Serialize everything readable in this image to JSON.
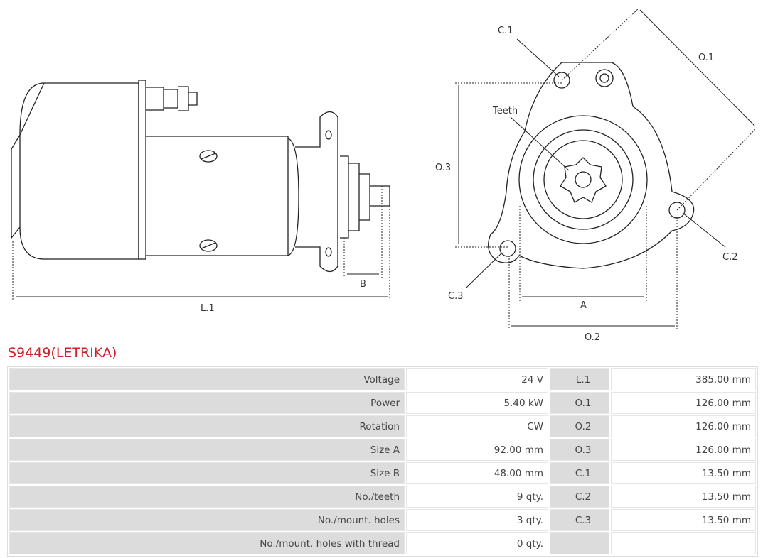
{
  "drawing": {
    "labels": {
      "l1": "L.1",
      "b": "B",
      "a": "A",
      "o1": "O.1",
      "o2": "O.2",
      "o3": "O.3",
      "c1": "C.1",
      "c2": "C.2",
      "c3": "C.3",
      "teeth": "Teeth"
    }
  },
  "title": "S9449(LETRIKA)",
  "rows": [
    {
      "label": "Voltage",
      "value": "24 V",
      "key": "L.1",
      "kvalue": "385.00 mm"
    },
    {
      "label": "Power",
      "value": "5.40 kW",
      "key": "O.1",
      "kvalue": "126.00 mm"
    },
    {
      "label": "Rotation",
      "value": "CW",
      "key": "O.2",
      "kvalue": "126.00 mm"
    },
    {
      "label": "Size A",
      "value": "92.00 mm",
      "key": "O.3",
      "kvalue": "126.00 mm"
    },
    {
      "label": "Size B",
      "value": "48.00 mm",
      "key": "C.1",
      "kvalue": "13.50 mm"
    },
    {
      "label": "No./teeth",
      "value": "9 qty.",
      "key": "C.2",
      "kvalue": "13.50 mm"
    },
    {
      "label": "No./mount. holes",
      "value": "3 qty.",
      "key": "C.3",
      "kvalue": "13.50 mm"
    },
    {
      "label": "No./mount. holes with thread",
      "value": "0 qty.",
      "key": "",
      "kvalue": ""
    }
  ]
}
